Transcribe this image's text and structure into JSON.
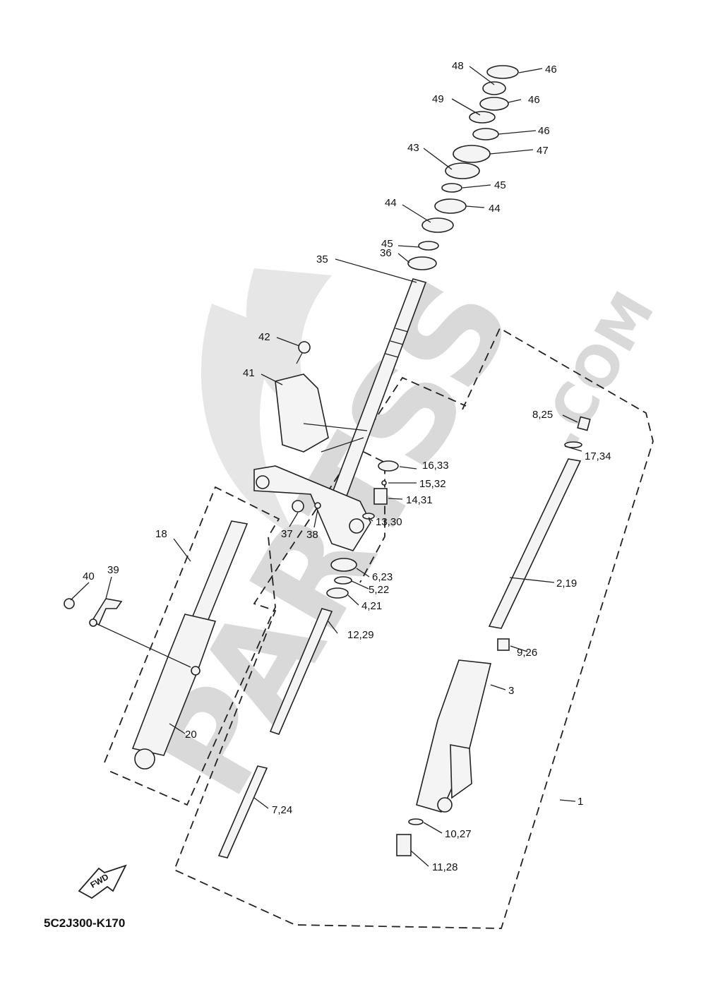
{
  "diagram_code": "5C2J300-K170",
  "fwd_label": "FWD",
  "watermark": {
    "brand": "PARTSS",
    "suffix": ".COM",
    "color": "#d9d9d9"
  },
  "part_numbers": {
    "p48": "48",
    "p46a": "46",
    "p49": "49",
    "p46b": "46",
    "p46c": "46",
    "p43": "43",
    "p47": "47",
    "p45a": "45",
    "p44a": "44",
    "p44b": "44",
    "p45b": "45",
    "p36": "36",
    "p35": "35",
    "p42": "42",
    "p41": "41",
    "p8_25": "8,25",
    "p17_34": "17,34",
    "p16_33": "16,33",
    "p15_32": "15,32",
    "p14_31": "14,31",
    "p13_30": "13,30",
    "p18": "18",
    "p37": "37",
    "p38": "38",
    "p6_23": "6,23",
    "p5_22": "5,22",
    "p4_21": "4,21",
    "p2_19": "2,19",
    "p40": "40",
    "p39": "39",
    "p12_29": "12,29",
    "p9_26": "9,26",
    "p3": "3",
    "p20": "20",
    "p7_24": "7,24",
    "p1": "1",
    "p10_27": "10,27",
    "p11_28": "11,28"
  }
}
